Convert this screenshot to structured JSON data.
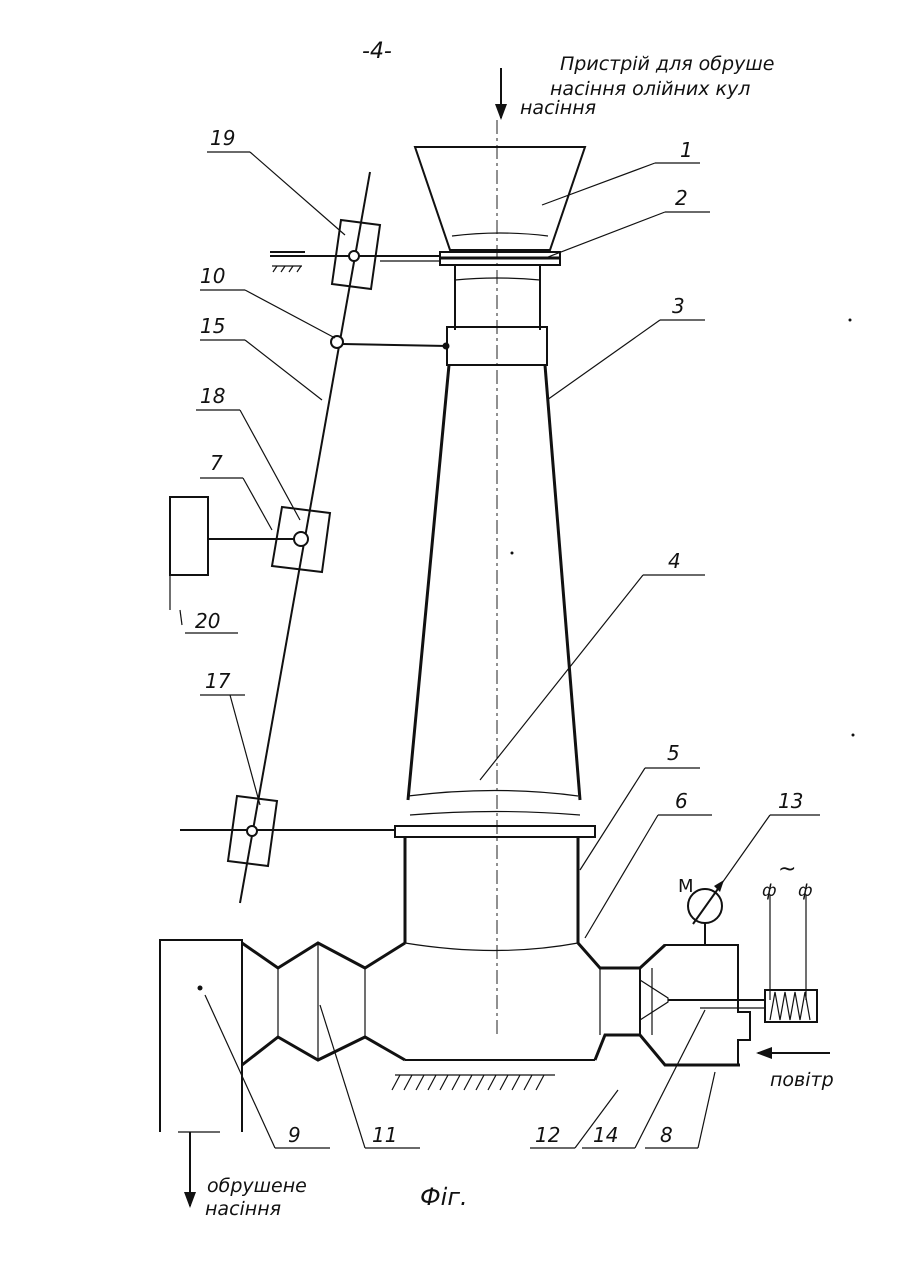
{
  "header": {
    "page_number": "-4-",
    "title_line1": "Пристрій для обруше",
    "title_line2": "насіння олійних кул"
  },
  "labels": {
    "input_seed": "насіння",
    "output_seed_line1": "обрушене",
    "output_seed_line2": "насіння",
    "air": "повітр",
    "motor": "М",
    "ac_symbol": "~",
    "terminal_a": "ф",
    "terminal_b": "ф",
    "figure_caption": "Фіг."
  },
  "callouts": [
    {
      "id": "c1",
      "text": "1"
    },
    {
      "id": "c2",
      "text": "2"
    },
    {
      "id": "c3",
      "text": "3"
    },
    {
      "id": "c4",
      "text": "4"
    },
    {
      "id": "c5",
      "text": "5"
    },
    {
      "id": "c6",
      "text": "6"
    },
    {
      "id": "c7",
      "text": "7"
    },
    {
      "id": "c8",
      "text": "8"
    },
    {
      "id": "c9",
      "text": "9"
    },
    {
      "id": "c10",
      "text": "10"
    },
    {
      "id": "c11",
      "text": "11"
    },
    {
      "id": "c12",
      "text": "12"
    },
    {
      "id": "c13",
      "text": "13"
    },
    {
      "id": "c14",
      "text": "14"
    },
    {
      "id": "c15",
      "text": "15"
    },
    {
      "id": "c17",
      "text": "17"
    },
    {
      "id": "c18",
      "text": "18"
    },
    {
      "id": "c19",
      "text": "19"
    },
    {
      "id": "c20",
      "text": "20"
    }
  ]
}
